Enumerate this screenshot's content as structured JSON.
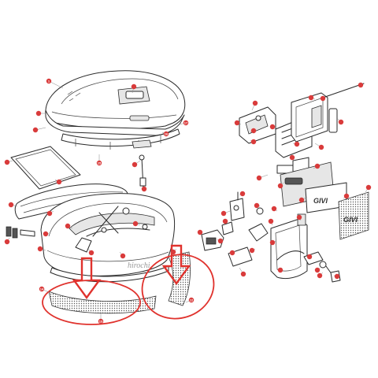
{
  "watermark": "hirochi",
  "brand_labels": [
    "GIVI",
    "GIVI"
  ],
  "accent_color": "#e0322d",
  "callout_color": "#d93b3b",
  "callout_labels": [
    "1",
    "17",
    "16",
    "15",
    "14",
    "13",
    "12"
  ]
}
